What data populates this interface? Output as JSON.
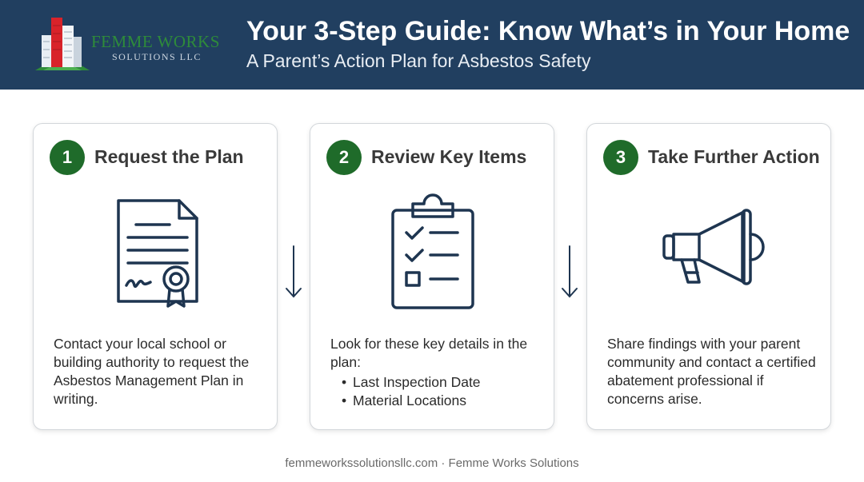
{
  "header": {
    "logo": {
      "name": "FEMME WORKS",
      "subtitle": "SOLUTIONS LLC"
    },
    "title": "Your 3-Step Guide: Know What’s in Your Home",
    "subtitle": "A Parent’s Action Plan for Asbestos Safety"
  },
  "steps": [
    {
      "number": "1",
      "title": "Request the Plan",
      "icon": "certificate-document-icon",
      "text": "Contact your local school or building authority to request the Asbestos Management Plan in writing."
    },
    {
      "number": "2",
      "title": "Review Key Items",
      "icon": "clipboard-checklist-icon",
      "text": "Look for these key details in the plan:",
      "bullets": [
        "Last Inspection Date",
        "Material Locations"
      ]
    },
    {
      "number": "3",
      "title": "Take Further Action",
      "icon": "megaphone-icon",
      "text": "Share findings with your parent community and contact a certified abatement professional if concerns arise."
    }
  ],
  "footer": {
    "text": "femmeworkssolutionsllc.com · Femme Works Solutions"
  },
  "colors": {
    "header_bg": "#213f60",
    "accent_green": "#1f6b2a",
    "icon_stroke": "#1e3550"
  }
}
